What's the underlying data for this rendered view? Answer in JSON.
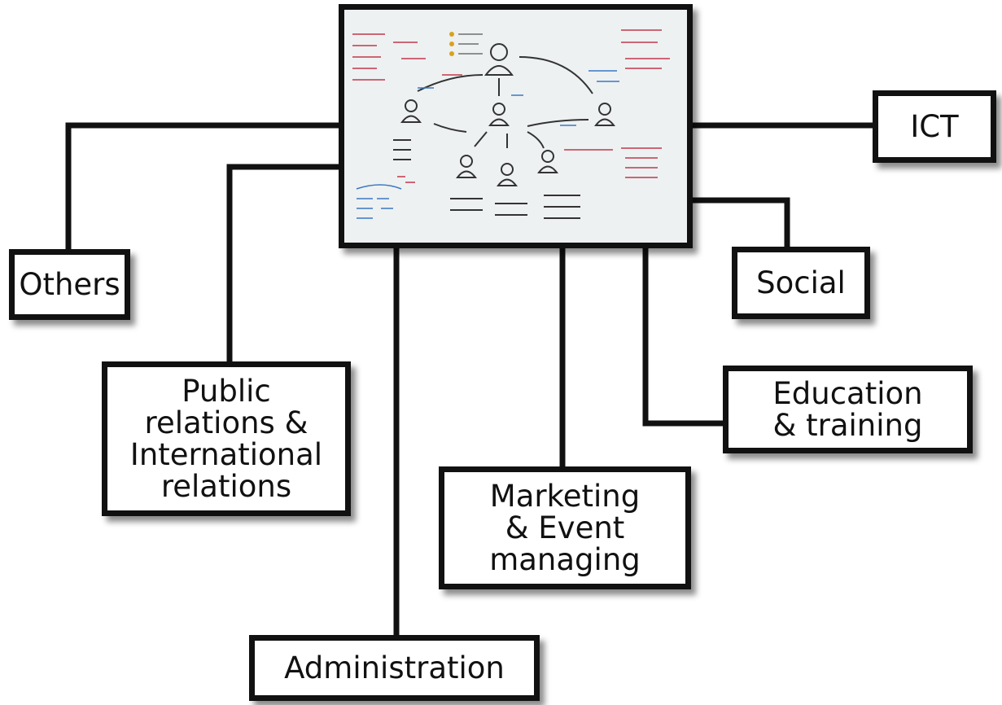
{
  "diagram": {
    "center_image": "whiteboard-sketch-organization-chart",
    "departments": [
      {
        "id": "others",
        "label": "Others"
      },
      {
        "id": "public-relations",
        "label": "Public\nrelations &\nInternational\nrelations"
      },
      {
        "id": "administration",
        "label": "Administration"
      },
      {
        "id": "marketing",
        "label": "Marketing\n& Event\nmanaging"
      },
      {
        "id": "education",
        "label": "Education\n& training"
      },
      {
        "id": "social",
        "label": "Social"
      },
      {
        "id": "ict",
        "label": "ICT"
      }
    ]
  },
  "colors": {
    "line": "#111111",
    "box_border": "#111111",
    "whiteboard_bg": "#eef1f2",
    "sketch_ink": "#333333",
    "sketch_red": "#c0394b",
    "sketch_blue": "#3a78c2"
  }
}
